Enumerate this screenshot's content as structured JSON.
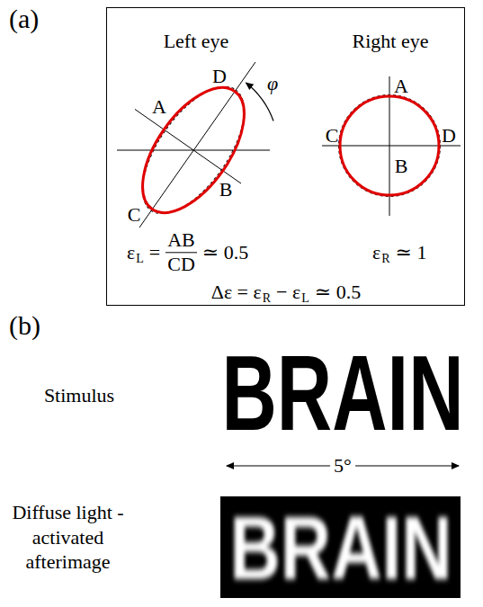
{
  "diagram": {
    "nodes": [
      {
        "text": [
          "Left eye",
          "Right eye",
          "A",
          "D",
          "φ",
          "B",
          "C",
          "A",
          "C",
          "D",
          "B",
          "ε",
          "L",
          "=",
          "AB",
          "CD",
          "≃ 0.5",
          "ε",
          "R",
          "≃ 1",
          "Δε = ε",
          "R",
          "− ε",
          "L",
          "≃ 0.5"
        ]
      },
      {
        "text": [
          "BRAIN"
        ]
      }
    ],
    "labels": [
      "(a)",
      "(b)",
      "Stimulus",
      "BRAIN",
      "5°",
      "Diffuse light - activated afterimage"
    ]
  }
}
